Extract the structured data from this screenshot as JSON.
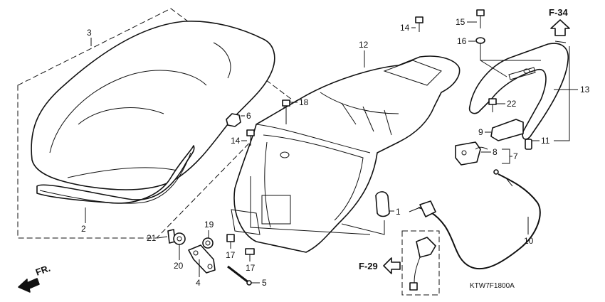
{
  "diagram": {
    "code": "KTW7F1800A",
    "ref_top": "F-34",
    "ref_left": "F-29",
    "direction": "FR.",
    "callouts": {
      "n1": "1",
      "n2": "2",
      "n3": "3",
      "n4": "4",
      "n5": "5",
      "n6": "6",
      "n7": "7",
      "n8": "8",
      "n9": "9",
      "n10": "10",
      "n11": "11",
      "n12": "12",
      "n13": "13",
      "n14a": "14",
      "n14b": "14",
      "n15": "15",
      "n16": "16",
      "n17a": "17",
      "n17b": "17",
      "n18": "18",
      "n19": "19",
      "n20": "20",
      "n21": "21",
      "n22": "22"
    }
  }
}
